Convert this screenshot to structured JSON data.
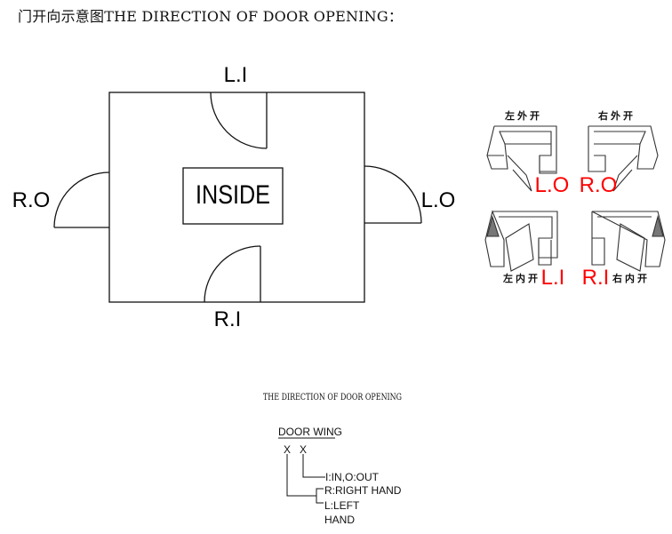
{
  "title": "门开向示意图THE DIRECTION OF DOOR OPENING：",
  "plan": {
    "inside_label": "INSIDE",
    "doors": {
      "top": "L.I",
      "left": "R.O",
      "right": "L.O",
      "bottom": "R.I"
    }
  },
  "icons": [
    {
      "cn": "左外开",
      "code": "L.O"
    },
    {
      "cn": "右外开",
      "code": "R.O"
    },
    {
      "cn": "左内开",
      "code": "L.I"
    },
    {
      "cn": "右内开",
      "code": "R.I"
    }
  ],
  "icon_code_color": "#ff0000",
  "legend": {
    "heading": "THE DIRECTION OF DOOR OPENING",
    "door_wing": "DOOR WING",
    "x1": "X",
    "x2": "X",
    "io": "I:IN,O:OUT",
    "right": "R:RIGHT HAND",
    "left": "L:LEFT",
    "left2": "HAND"
  }
}
